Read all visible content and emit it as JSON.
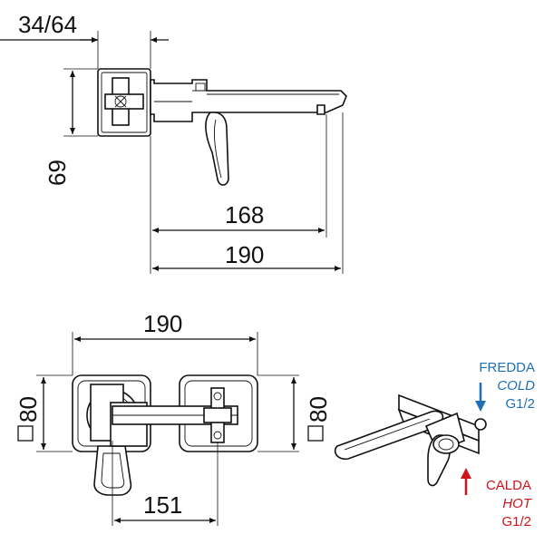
{
  "dimensions": {
    "side_setback": "34/64",
    "side_height": "69",
    "side_spout_length": "168",
    "side_total_length": "190",
    "front_total_width": "190",
    "front_center_distance": "151",
    "plate_left": "80",
    "plate_right": "80"
  },
  "connections": {
    "cold": {
      "label_it": "FREDDA",
      "label_en": "COLD",
      "thread": "G1/2",
      "color": "#1f6fb5"
    },
    "hot": {
      "label_it": "CALDA",
      "label_en": "HOT",
      "thread": "G1/2",
      "color": "#d0141b"
    }
  }
}
